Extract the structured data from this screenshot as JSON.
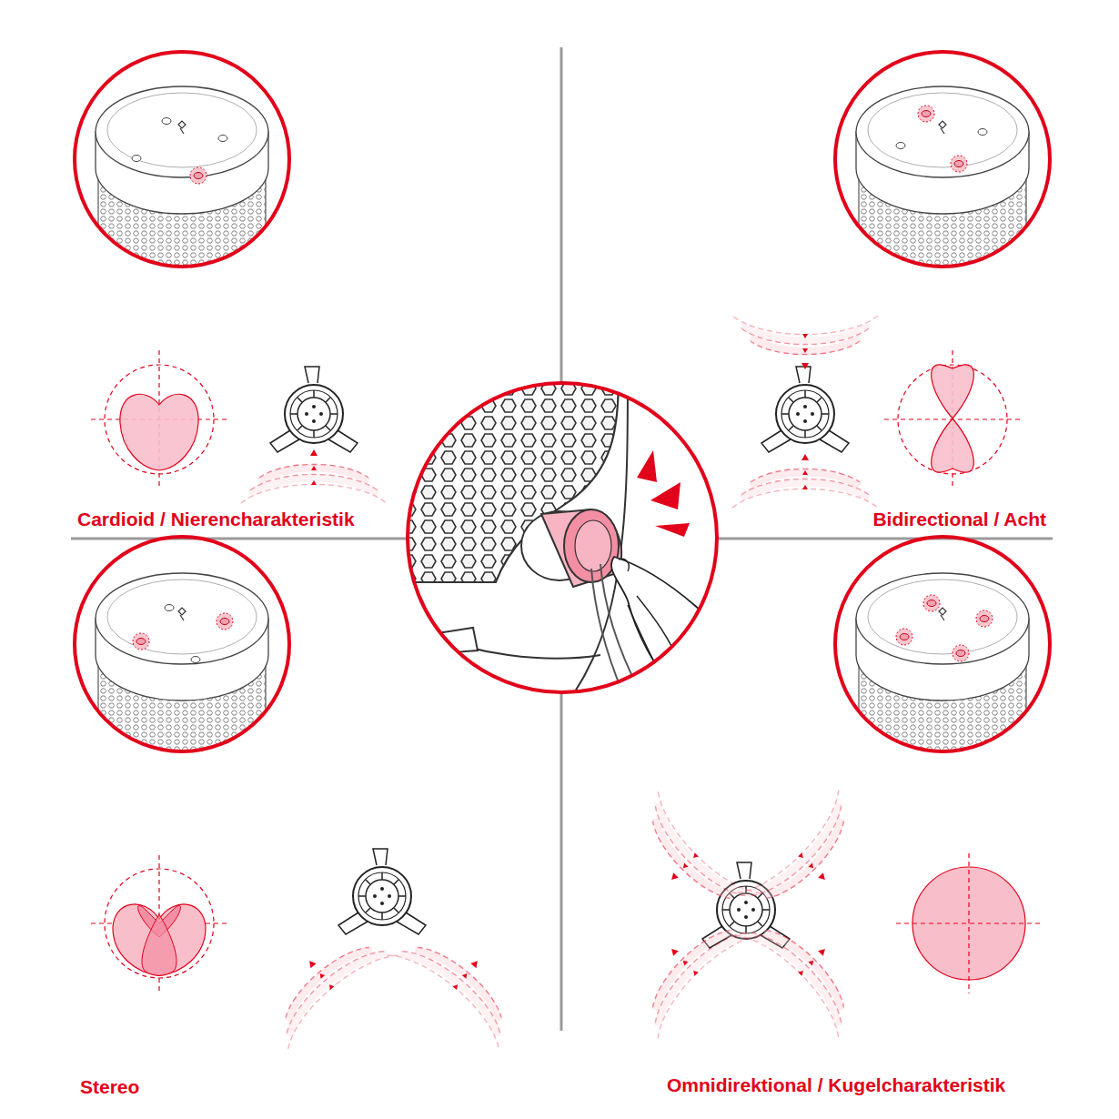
{
  "diagram": {
    "labels": [
      "Cardioid / Nierencharakteristik",
      "Bidirectional / Acht",
      "Stereo",
      "Omnidirektional / Kugelcharakteristik"
    ]
  }
}
